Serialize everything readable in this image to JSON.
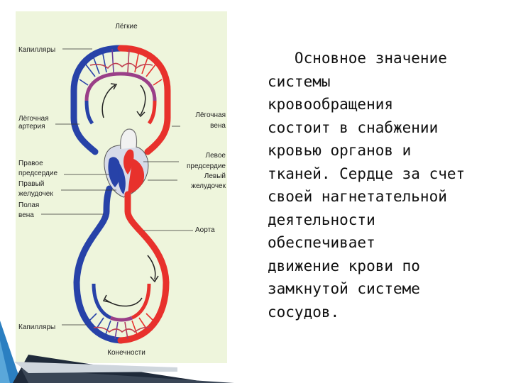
{
  "colors": {
    "artery": "#e8312c",
    "vein": "#2742a8",
    "panel": "#eef5dc",
    "accent": "#2b7fc1"
  },
  "labels": {
    "lungs": "Лёгкие",
    "capillaries_top": "Капилляры",
    "pulmonary_artery_1": "Лёгочная",
    "pulmonary_artery_2": "артерия",
    "pulmonary_vein_1": "Лёгочная",
    "pulmonary_vein_2": "вена",
    "right_atrium_1": "Правое",
    "right_atrium_2": "предсердие",
    "right_ventricle_1": "Правый",
    "right_ventricle_2": "желудочек",
    "vena_cava_1": "Полая",
    "vena_cava_2": "вена",
    "left_atrium_1": "Левое",
    "left_atrium_2": "предсердие",
    "left_ventricle_1": "Левый",
    "left_ventricle_2": "желудочек",
    "aorta": "Аорта",
    "capillaries_bottom": "Капилляры",
    "limbs": "Конечности"
  },
  "text": {
    "lines": [
      "   Основное значение",
      "системы",
      "кровообращения",
      "состоит в снабжении",
      "кровью органов и",
      "тканей. Сердце за счет",
      "своей нагнетательной",
      "деятельности",
      "обеспечивает",
      "движение крови по",
      "замкнутой системе",
      "сосудов."
    ]
  }
}
